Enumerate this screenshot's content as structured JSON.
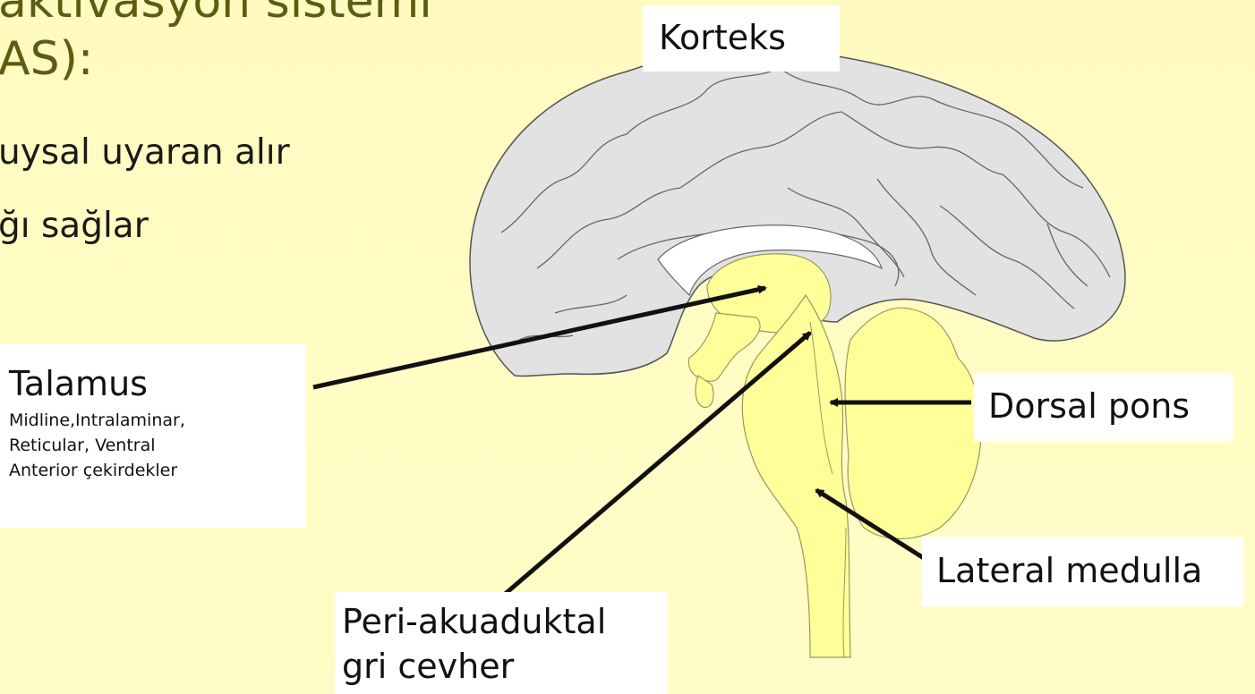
{
  "slide": {
    "title_line_1": "aktivasyon sistemi",
    "title_line_2": "AS):",
    "bullets": [
      "uysal uyaran alır",
      "ğı sağlar"
    ]
  },
  "labels": {
    "korteks": "Korteks",
    "talamus": "Talamus",
    "talamus_nuclei_1": "Midline,Intralaminar,",
    "talamus_nuclei_2": "Reticular, Ventral",
    "talamus_nuclei_3": "Anterior çekirdekler",
    "dorsal_pons": "Dorsal pons",
    "lateral_medulla": "Lateral medulla",
    "peri_1": "Peri-akuaduktal",
    "peri_2": "gri cevher"
  },
  "colors": {
    "background": "#fffbc0",
    "cortex_fill": "#e2e2e2",
    "brainstem_fill": "#ffff99",
    "title_color": "#5d5d12",
    "label_box": "#ffffff",
    "arrow": "#111111"
  }
}
